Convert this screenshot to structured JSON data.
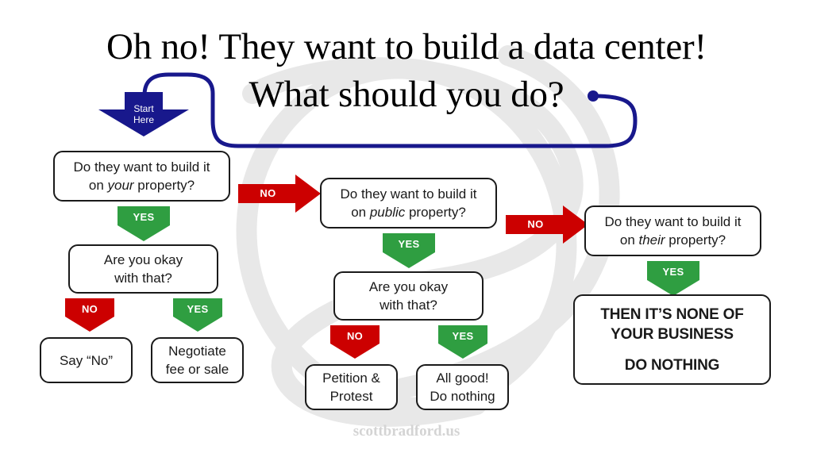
{
  "title": {
    "line1": "Oh no! They want to build a data center!",
    "line2": "What should you do?"
  },
  "start": {
    "line1": "Start",
    "line2": "Here"
  },
  "colors": {
    "yes_green": "#2f9e41",
    "no_red": "#cc0000",
    "navy": "#18188c",
    "box_border": "#1a1a1a",
    "watermark_gray": "#e8e8e8",
    "footer_gray": "#d4d4d4"
  },
  "nodes": {
    "q1": {
      "pre": "Do they want to build it",
      "line2_a": "on ",
      "line2_em": "your",
      "line2_b": " property?"
    },
    "q2": {
      "pre": "Do they want to build it",
      "line2_a": "on ",
      "line2_em": "public",
      "line2_b": " property?"
    },
    "q3": {
      "pre": "Do they want to build it",
      "line2_a": "on ",
      "line2_em": "their",
      "line2_b": " property?"
    },
    "ok1": {
      "line1": "Are you okay",
      "line2": "with that?"
    },
    "ok2": {
      "line1": "Are you okay",
      "line2": "with that?"
    },
    "say_no": {
      "line1": "Say “No”"
    },
    "negotiate": {
      "line1": "Negotiate",
      "line2": "fee or sale"
    },
    "petition": {
      "line1": "Petition &",
      "line2": "Protest"
    },
    "allgood": {
      "line1": "All good!",
      "line2": "Do nothing"
    },
    "terminal": {
      "line1": "THEN IT’S NONE OF",
      "line2": "YOUR BUSINESS",
      "line3": "DO NOTHING"
    }
  },
  "arrows": {
    "q1_yes": "YES",
    "q1_no": "NO",
    "ok1_no": "NO",
    "ok1_yes": "YES",
    "q2_yes": "YES",
    "q2_no": "NO",
    "ok2_no": "NO",
    "ok2_yes": "YES",
    "q3_yes": "YES"
  },
  "footer": {
    "text": "scottbradford.us"
  }
}
